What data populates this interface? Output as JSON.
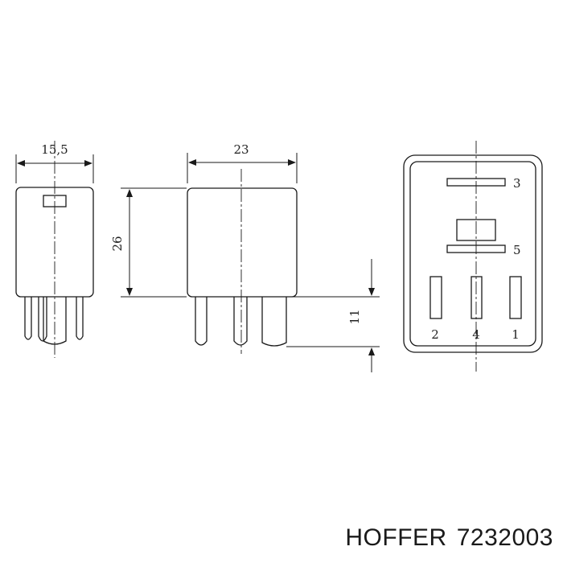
{
  "dimensions": {
    "width": "15,5",
    "length": "23",
    "height": "26",
    "pin_length": "11"
  },
  "pins": {
    "top": "3",
    "middle": "5",
    "left": "2",
    "center": "4",
    "right": "1"
  },
  "caption": {
    "brand": "HOFFER",
    "part_number": "7232003"
  },
  "colors": {
    "line": "#1a1a1a",
    "background": "#ffffff"
  }
}
